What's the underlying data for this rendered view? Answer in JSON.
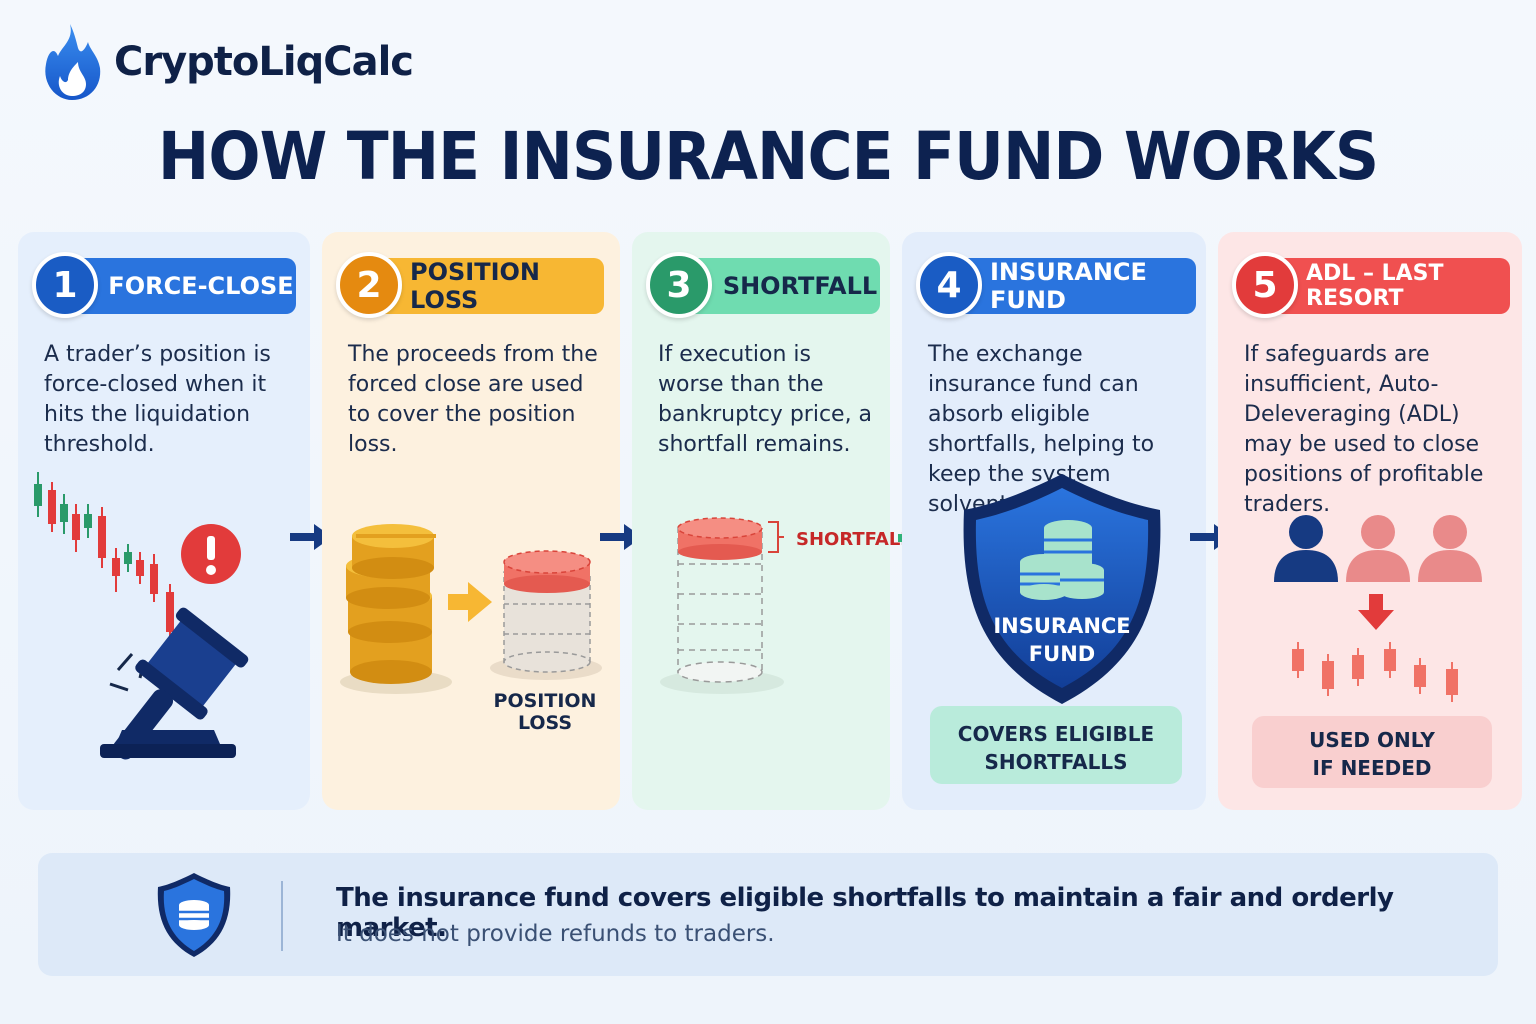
{
  "brand": {
    "name": "CryptoLiqCalc"
  },
  "title": "HOW THE INSURANCE FUND WORKS",
  "steps": [
    {
      "number": "1",
      "label": "FORCE-CLOSE",
      "description": "A trader’s position is force-closed when it hits the liquidation threshold."
    },
    {
      "number": "2",
      "label": "POSITION LOSS",
      "description": "The proceeds from the forced close are used to cover the position loss.",
      "caption": "POSITION LOSS"
    },
    {
      "number": "3",
      "label": "SHORTFALL",
      "description": "If execution is worse than the bankruptcy price, a shortfall remains.",
      "caption": "SHORTFALL"
    },
    {
      "number": "4",
      "label": "INSURANCE FUND",
      "description": "The exchange insurance fund can absorb eligible shortfalls, helping to keep the system solvent.",
      "shield_line1": "INSURANCE",
      "shield_line2": "FUND",
      "note_line1": "COVERS ELIGIBLE",
      "note_line2": "SHORTFALLS"
    },
    {
      "number": "5",
      "label": "ADL – LAST RESORT",
      "description": "If safeguards are insufficient, Auto-Deleveraging (ADL) may be used to close positions of profitable traders.",
      "note_line1": "USED ONLY",
      "note_line2": "IF NEEDED"
    }
  ],
  "footer": {
    "main": "The insurance fund covers eligible shortfalls to maintain a fair and orderly market.",
    "sub": "It does not provide refunds to traders."
  },
  "colors": {
    "blue": "#1a5cc4",
    "orange": "#e58a10",
    "green": "#2a9a6a",
    "red": "#e23b3b",
    "navy": "#0f2147"
  },
  "icons": [
    "flame-icon",
    "gavel-icon",
    "alert-icon",
    "coin-stack-icon",
    "shield-icon",
    "user-icon",
    "candlestick-icon",
    "arrow-right-icon"
  ]
}
